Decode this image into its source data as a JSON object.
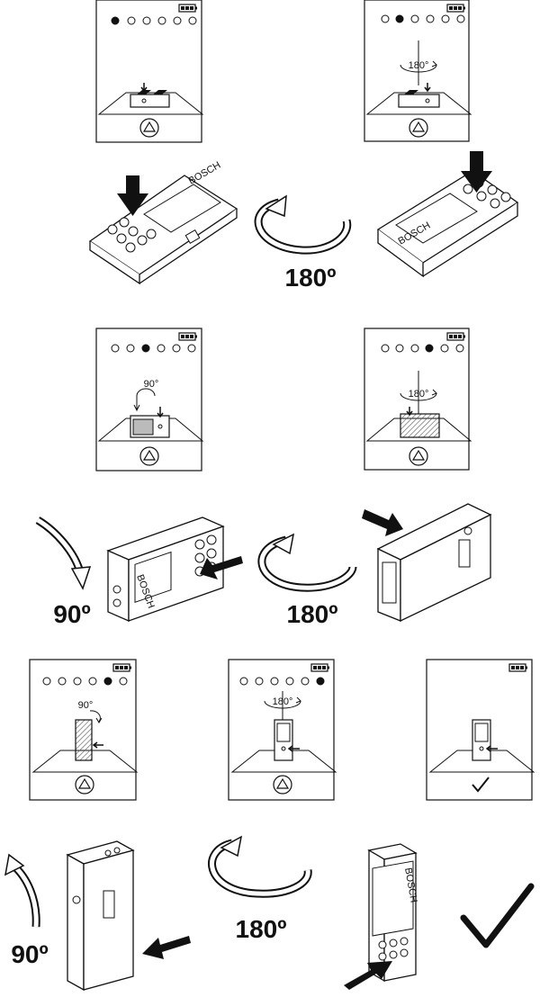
{
  "rotation_labels": {
    "row1_center": "180º",
    "row2_left": "90º",
    "row2_center": "180º",
    "row3_left": "90º",
    "row3_center": "180º"
  },
  "panel_angles": {
    "p2": "180°",
    "p3": "90°",
    "p4": "180°",
    "p5": "90°",
    "p6": "180°"
  },
  "progress_steps": {
    "total": 6,
    "active": [
      1,
      2,
      3,
      4,
      5,
      6,
      0
    ]
  },
  "brand": "BOSCH",
  "colors": {
    "ink": "#111111",
    "paper": "#ffffff",
    "hatch": "#555555"
  }
}
